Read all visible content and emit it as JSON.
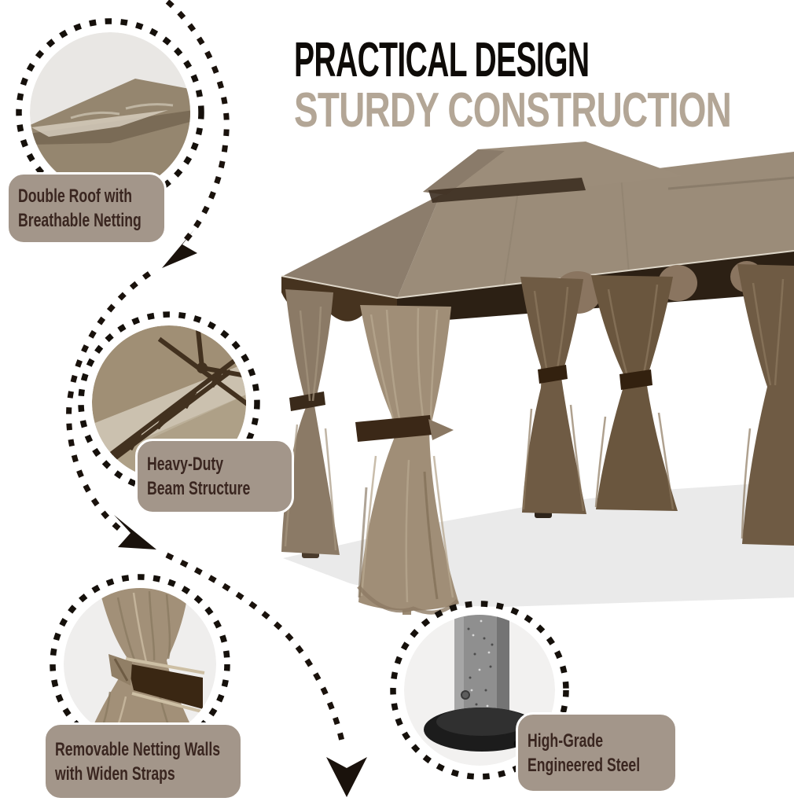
{
  "title": "PRACTICAL DESIGN",
  "subtitle": "STURDY CONSTRUCTION",
  "callouts": {
    "double_roof": {
      "line1": "Double Roof with",
      "line2": "Breathable Netting"
    },
    "beam": {
      "line1": "Heavy-Duty",
      "line2": "Beam Structure"
    },
    "netting": {
      "line1": "Removable Netting Walls",
      "line2": "with Widen Straps"
    },
    "steel": {
      "line1": "High-Grade",
      "line2": "Engineered Steel"
    }
  },
  "colors": {
    "title": "#0e0b08",
    "subtitle": "#b3a696",
    "label_bg": "#a3968a",
    "label_text": "#3a2620",
    "arrow": "#1a120c",
    "roof_tan": "#97886f",
    "roof_dark_trim": "#3a2b1c",
    "netting_brown": "#6f5b44",
    "steel_gray": "#8f8f8f",
    "background": "#ffffff"
  }
}
